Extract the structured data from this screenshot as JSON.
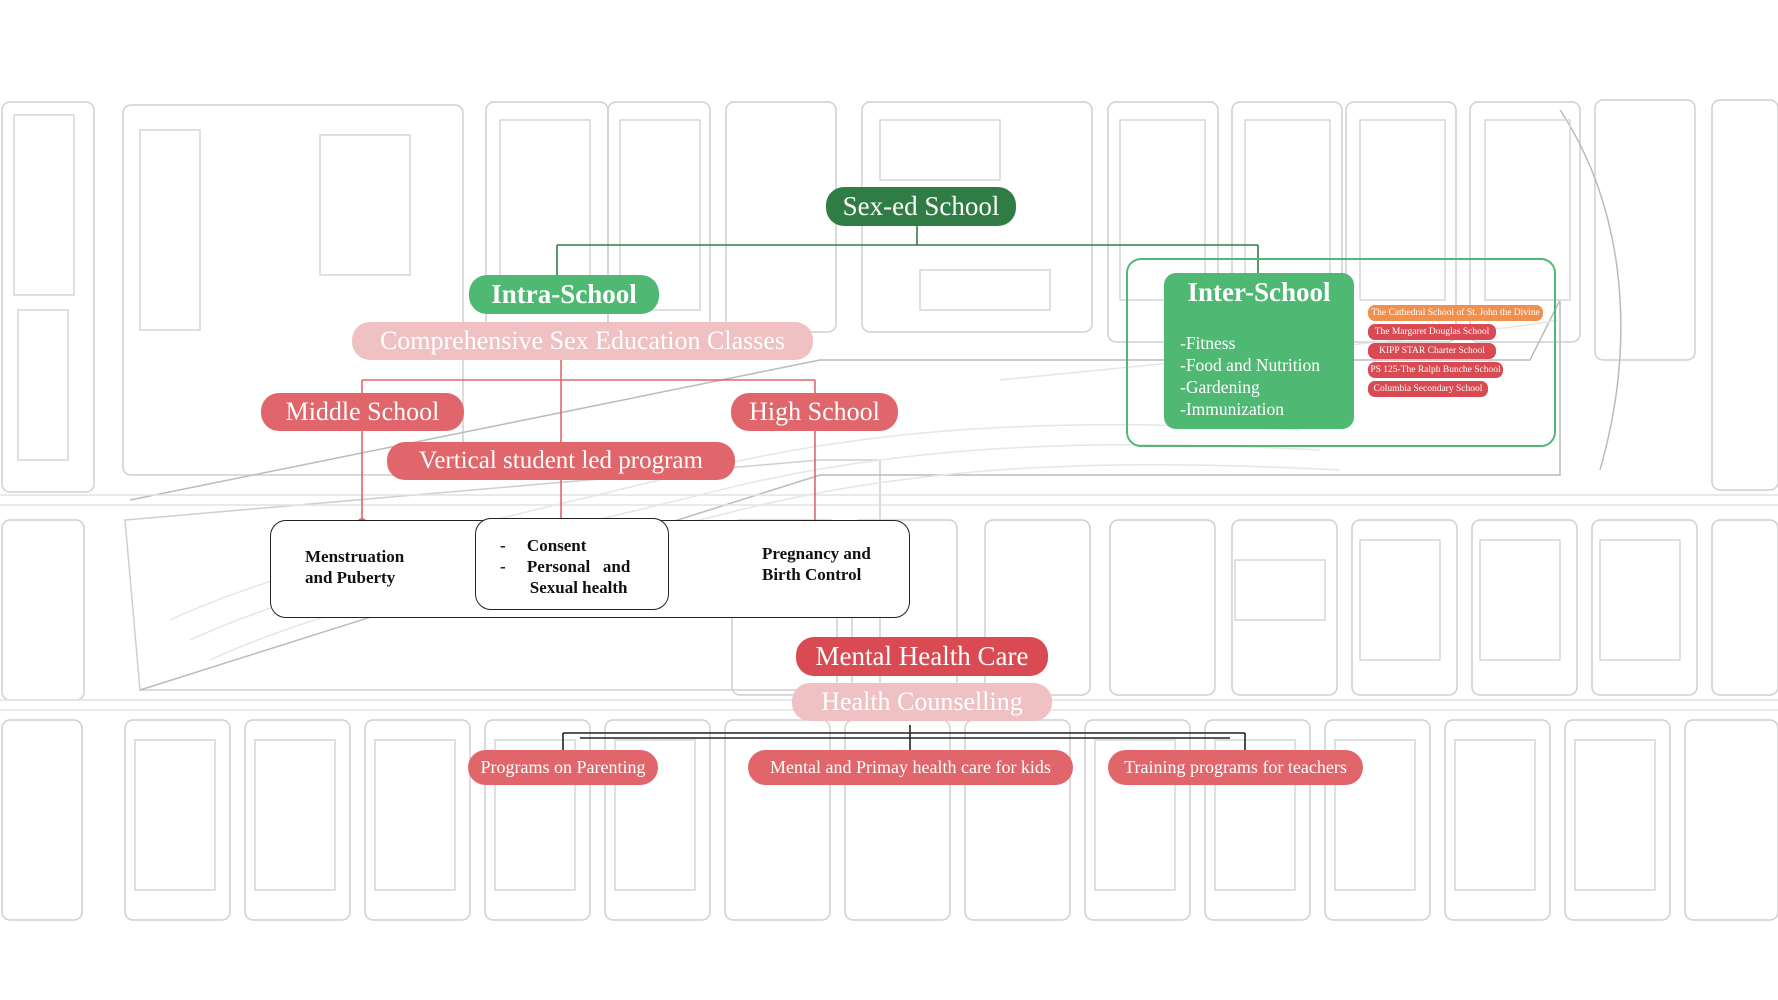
{
  "root": {
    "label": "Sex-ed School"
  },
  "intra": {
    "label": "Intra-School",
    "subtitle": "Comprehensive Sex Education Classes",
    "middle": "Middle  School",
    "high": "High School",
    "vertical": "Vertical student led program",
    "topics": {
      "menstruation": "Menstruation\nand Puberty",
      "consent": "-     Consent\n-     Personal   and\n       Sexual health",
      "pregnancy": "Pregnancy and\nBirth Control"
    }
  },
  "inter": {
    "title": "Inter-School",
    "items": [
      "-Fitness",
      "-Food and Nutrition",
      "-Gardening",
      "-Immunization"
    ],
    "schools": [
      {
        "name": "The Cathedral School of St. John the Divine",
        "color": "#f0904f"
      },
      {
        "name": "The Margaret Douglas School",
        "color": "#d94a52"
      },
      {
        "name": "KIPP STAR  Charter School",
        "color": "#d94a52"
      },
      {
        "name": "PS 125-The Ralph Bunche School",
        "color": "#d94a52"
      },
      {
        "name": "Columbia Secondary School",
        "color": "#d94a52"
      }
    ]
  },
  "mental": {
    "label": "Mental Health Care",
    "sub": "Health Counselling",
    "programs": [
      "Programs on Parenting",
      "Mental  and Primay health care for kids",
      "Training programs for teachers"
    ]
  },
  "colors": {
    "dark_green": "#2f7d45",
    "green": "#4fb873",
    "red": "#e0666b",
    "deep_red": "#d94a52",
    "pink": "#efc1c3",
    "orange": "#f0904f",
    "map_line": "#c9c9c9"
  }
}
